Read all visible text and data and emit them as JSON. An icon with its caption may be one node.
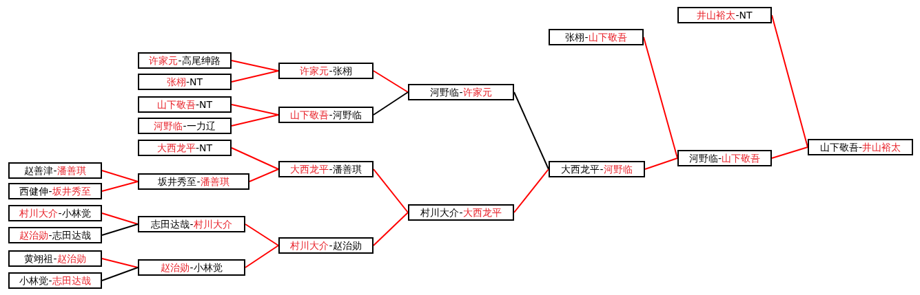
{
  "diagram": {
    "nodes": [
      {
        "text": [
          "赵善津-",
          "潘善琪"
        ]
      },
      {
        "text": [
          "西健伸-",
          "坂井秀至"
        ]
      },
      {
        "text": [
          "村川大介",
          "-小林觉"
        ]
      },
      {
        "text": [
          "赵治勋",
          "-志田达哉"
        ]
      },
      {
        "text": [
          "黄翊祖-",
          "赵治勋"
        ]
      },
      {
        "text": [
          "小林觉-",
          "志田达哉"
        ]
      },
      {
        "text": [
          "许家元",
          "-高尾绅路"
        ]
      },
      {
        "text": [
          "张栩",
          "-NT"
        ]
      },
      {
        "text": [
          "山下敬吾",
          "-NT"
        ]
      },
      {
        "text": [
          "河野临",
          "-一力辽"
        ]
      },
      {
        "text": [
          "大西龙平",
          "-NT"
        ]
      },
      {
        "text": [
          "坂井秀至-",
          "潘善琪"
        ]
      },
      {
        "text": [
          "志田达哉-",
          "村川大介"
        ]
      },
      {
        "text": [
          "赵治勋",
          "-小林觉"
        ]
      },
      {
        "text": [
          "许家元",
          "-张栩"
        ]
      },
      {
        "text": [
          "山下敬吾",
          "-河野临"
        ]
      },
      {
        "text": [
          "大西龙平",
          "-潘善琪"
        ]
      },
      {
        "text": [
          "村川大介",
          "-赵治勋"
        ]
      },
      {
        "text": [
          "河野临-",
          "许家元"
        ]
      },
      {
        "text": [
          "村川大介-",
          "大西龙平"
        ]
      },
      {
        "text": [
          "张栩-",
          "山下敬吾"
        ]
      },
      {
        "text": [
          "大西龙平-",
          "河野临"
        ]
      },
      {
        "text": [
          "井山裕太",
          "-NT"
        ]
      },
      {
        "text": [
          "河野临-",
          "山下敬吾"
        ]
      },
      {
        "text": [
          "山下敬吾-",
          "井山裕太"
        ]
      }
    ],
    "edges": [
      {
        "from": 0,
        "to": 11,
        "arrow": "none"
      },
      {
        "from": 1,
        "to": 11,
        "arrow": "none"
      },
      {
        "from": 2,
        "to": 12,
        "arrow": "none"
      },
      {
        "from": 3,
        "to": 12,
        "arrow": "none",
        "color": "#000000"
      },
      {
        "from": 4,
        "to": 13,
        "arrow": "none"
      },
      {
        "from": 5,
        "to": 13,
        "arrow": "none",
        "color": "#000000"
      },
      {
        "from": 6,
        "to": 14,
        "arrow": "none"
      },
      {
        "from": 7,
        "to": 14,
        "arrow": "none"
      },
      {
        "from": 8,
        "to": 15,
        "arrow": "none"
      },
      {
        "from": 9,
        "to": 15,
        "arrow": "none"
      },
      {
        "from": 10,
        "to": 16,
        "arrow": "none"
      },
      {
        "from": 11,
        "to": 16,
        "arrow": "none"
      },
      {
        "from": 12,
        "to": 17,
        "arrow": "none"
      },
      {
        "from": 13,
        "to": 17,
        "arrow": "none"
      },
      {
        "from": 14,
        "to": 18,
        "arrow": "none"
      },
      {
        "from": 15,
        "to": 18,
        "arrow": "none",
        "color": "#000000"
      },
      {
        "from": 16,
        "to": 19,
        "arrow": "none"
      },
      {
        "from": 17,
        "to": 19,
        "arrow": "none"
      },
      {
        "from": 18,
        "to": 21,
        "arrow": "none",
        "color": "#000000"
      },
      {
        "from": 19,
        "to": 21,
        "arrow": "none"
      },
      {
        "from": 20,
        "to": 23,
        "arrow": "none"
      },
      {
        "from": 21,
        "to": 23,
        "arrow": "none"
      },
      {
        "from": 23,
        "to": 24,
        "arrow": "none"
      },
      {
        "from": 22,
        "to": 24,
        "arrow": "none"
      }
    ]
  }
}
